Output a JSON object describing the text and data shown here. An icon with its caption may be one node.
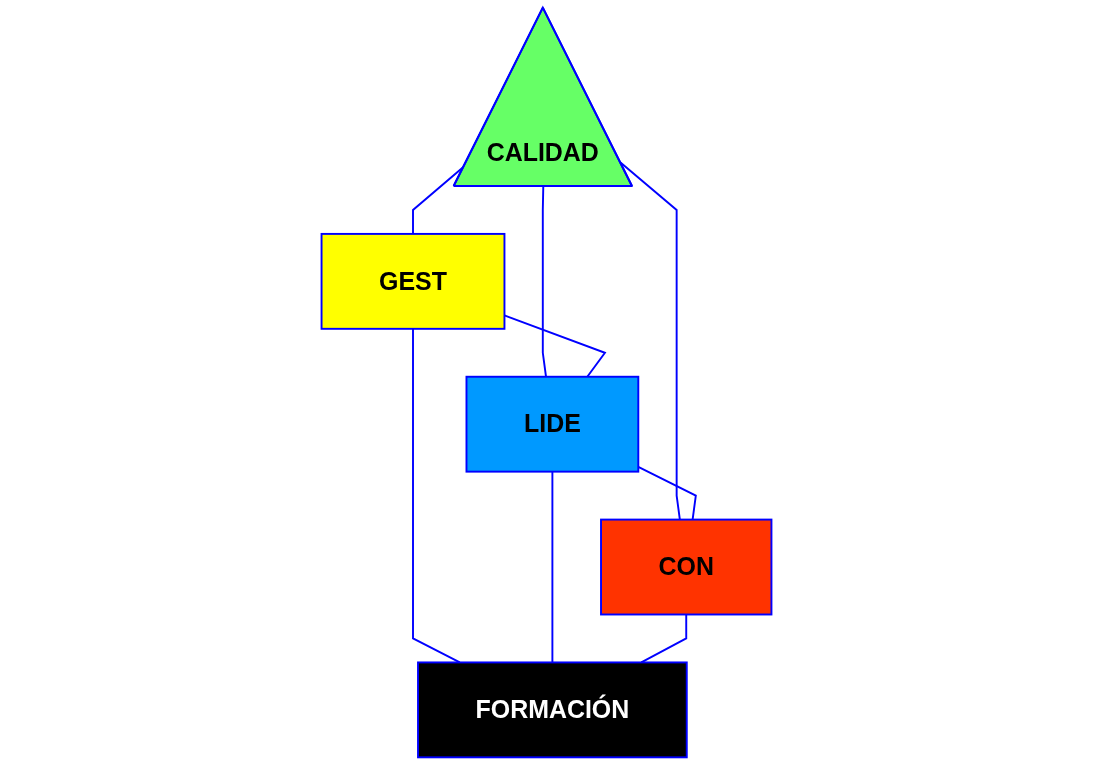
{
  "diagram": {
    "nodes": [
      {
        "text": [
          "CALIDAD"
        ]
      },
      {
        "text": [
          "GEST"
        ]
      },
      {
        "text": [
          "LIDE"
        ]
      },
      {
        "text": [
          "CON"
        ]
      },
      {
        "text": [
          "FORMACIÓN"
        ]
      }
    ],
    "edges": [
      {
        "from": 0,
        "to": 1,
        "arrow": "none"
      },
      {
        "from": 0,
        "to": 2,
        "arrow": "none"
      },
      {
        "from": 0,
        "to": 3,
        "arrow": "none"
      },
      {
        "from": 1,
        "to": 2,
        "arrow": "none"
      },
      {
        "from": 2,
        "to": 3,
        "arrow": "none"
      },
      {
        "from": 1,
        "to": 4,
        "arrow": "none"
      },
      {
        "from": 2,
        "to": 4,
        "arrow": "none"
      },
      {
        "from": 3,
        "to": 4,
        "arrow": "none"
      }
    ]
  }
}
